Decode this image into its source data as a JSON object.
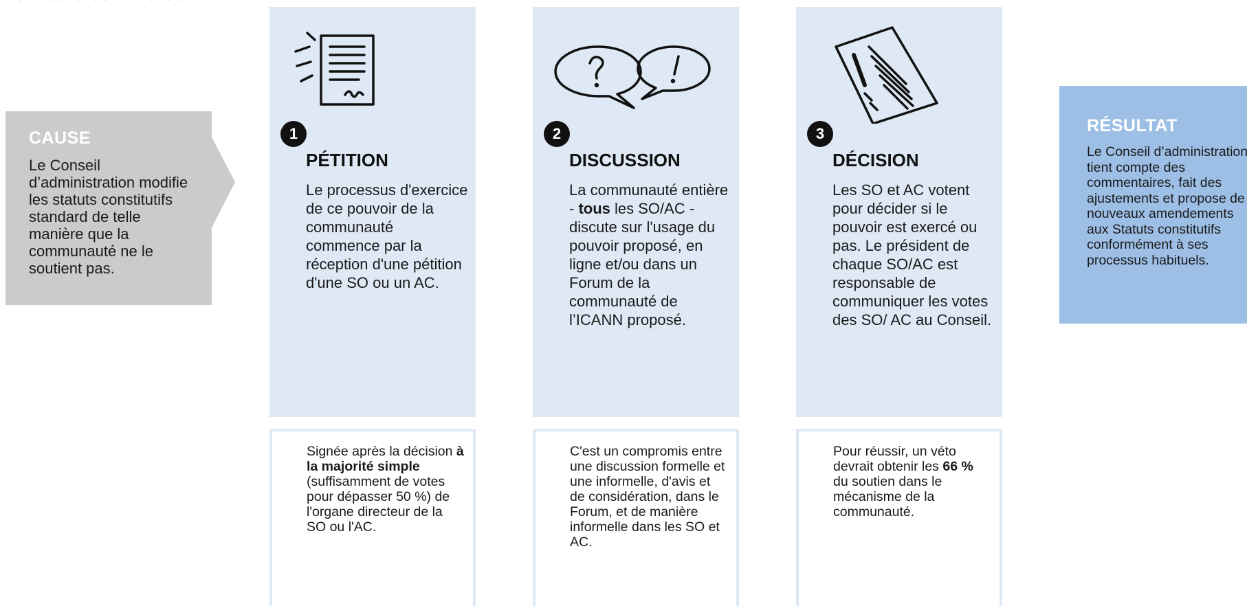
{
  "intro_fragment": "déroule comme suit :",
  "cause": {
    "title": "CAUSE",
    "text": "Le Conseil d’administration modifie les statuts constitutifs standard de telle manière que la communauté ne le soutient pas."
  },
  "steps": [
    {
      "number": "1",
      "title": "PÉTITION",
      "text": "Le processus d'exercice de ce pouvoir de la communauté commence par la réception d'une pétition d'une SO ou un AC.",
      "note": {
        "part1": "Signée après la décision ",
        "bold1": "à la majorité simple",
        "part2": " (suffisamment de votes pour dépasser 50 %) de l'organe directeur de la SO ou l'AC."
      }
    },
    {
      "number": "2",
      "title": "DISCUSSION",
      "text_part1": "La communauté entière - ",
      "text_bold": "tous",
      "text_part2": " les SO/AC - discute sur l'usage du pouvoir proposé, en ligne et/ou dans un Forum de la communauté de l’ICANN proposé.",
      "note": {
        "text": "C'est un compromis entre une discussion formelle et une informelle, d'avis et de considération, dans le Forum, et de manière informelle dans les SO et AC."
      }
    },
    {
      "number": "3",
      "title": "DÉCISION",
      "text": "Les SO et AC votent pour décider si le pouvoir est exercé ou pas. Le président de chaque SO/AC est responsable de communiquer les votes des SO/ AC au Conseil.",
      "note": {
        "part1": "Pour réussir, un véto devrait obtenir les ",
        "bold1": "66 %",
        "part2": " du soutien dans le mécanisme de la communauté."
      }
    }
  ],
  "result": {
    "title": "RÉSULTAT",
    "text": "Le Conseil d’administration tient compte des commentaires, fait des ajustements et propose de nouveaux amendements aux Statuts constitutifs conformément à ses processus habituels."
  },
  "colors": {
    "cause_bg": "#cbcbcb",
    "step_bg": "#dfe9f6",
    "result_bg": "#9dbfe6",
    "heading_accent": "#4f8cc4"
  },
  "icons": [
    "document-icon",
    "speech-bubbles-icon",
    "ballot-paper-icon"
  ]
}
